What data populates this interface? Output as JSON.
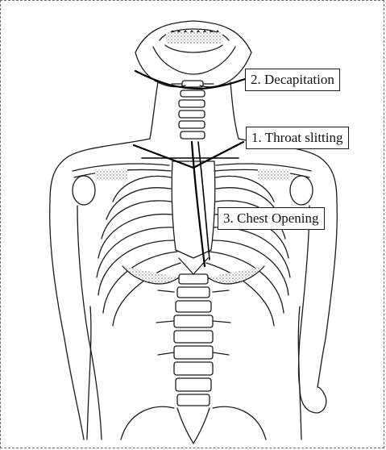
{
  "labels": {
    "decapitation": "2. Decapitation",
    "throat_slitting": "1. Throat slitting",
    "chest_opening": "3. Chest Opening"
  },
  "colors": {
    "ink": "#1a1a1a",
    "stipple": "#8a8a8a",
    "background": "#ffffff"
  }
}
